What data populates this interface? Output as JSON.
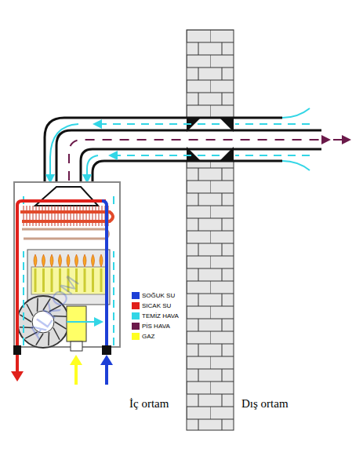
{
  "diagram": {
    "labels": [
      "İç ortam",
      "Dış ortam",
      "ALKOM"
    ],
    "legend": [
      {
        "text": "SOĞUK SU",
        "color": "#1d3fd6"
      },
      {
        "text": "SICAK SU",
        "color": "#e0201b"
      },
      {
        "text": "TEMİZ HAVA",
        "color": "#33d6e6"
      },
      {
        "text": "PİS HAVA",
        "color": "#6b1a4a"
      },
      {
        "text": "GAZ",
        "color": "#ffff22"
      }
    ]
  }
}
